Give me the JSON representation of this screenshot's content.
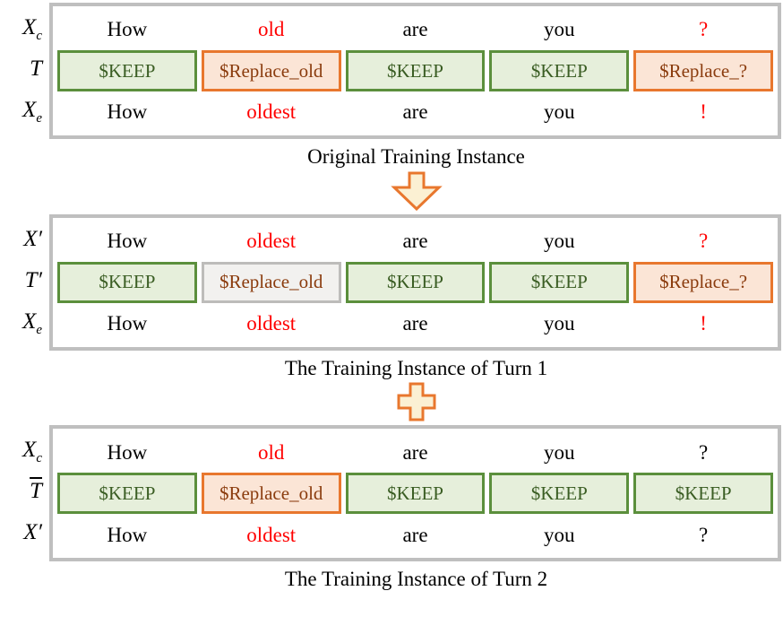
{
  "palette": {
    "keep_fill": "#e6efdb",
    "keep_border": "#5b8f3c",
    "keep_text": "#3a5d23",
    "replace_fill": "#fbe5d6",
    "replace_border": "#e8772e",
    "replace_text": "#8b3c0e",
    "inactive_fill": "#f2f1ef",
    "inactive_border": "#bdbcba",
    "error_text": "#ff0000",
    "panel_border": "#bfbfbf",
    "connector_fill": "#fbf0d3",
    "connector_border": "#e8772e"
  },
  "connectors": {
    "first": {
      "icon": "down-arrow-icon"
    },
    "second": {
      "icon": "plus-icon"
    }
  },
  "panels": [
    {
      "caption": "Original Training Instance",
      "rows": [
        {
          "label": {
            "base": "X",
            "sub": "c",
            "bar": false
          },
          "cells": [
            {
              "text": "How"
            },
            {
              "text": "old"
            },
            {
              "text": "are"
            },
            {
              "text": "you"
            },
            {
              "text": "?"
            }
          ]
        },
        {
          "label": {
            "base": "T",
            "sub": "",
            "bar": false
          },
          "cells": [
            {
              "text": "$KEEP"
            },
            {
              "text": "$Replace_old"
            },
            {
              "text": "$KEEP"
            },
            {
              "text": "$KEEP"
            },
            {
              "text": "$Replace_?"
            }
          ]
        },
        {
          "label": {
            "base": "X",
            "sub": "e",
            "bar": false
          },
          "cells": [
            {
              "text": "How"
            },
            {
              "text": "oldest"
            },
            {
              "text": "are"
            },
            {
              "text": "you"
            },
            {
              "text": "!"
            }
          ]
        }
      ]
    },
    {
      "caption": "The Training Instance of Turn 1",
      "rows": [
        {
          "label": {
            "base": "X′",
            "sub": "",
            "bar": false
          },
          "cells": [
            {
              "text": "How"
            },
            {
              "text": "oldest"
            },
            {
              "text": "are"
            },
            {
              "text": "you"
            },
            {
              "text": "?"
            }
          ]
        },
        {
          "label": {
            "base": "T′",
            "sub": "",
            "bar": false
          },
          "cells": [
            {
              "text": "$KEEP"
            },
            {
              "text": "$Replace_old"
            },
            {
              "text": "$KEEP"
            },
            {
              "text": "$KEEP"
            },
            {
              "text": "$Replace_?"
            }
          ]
        },
        {
          "label": {
            "base": "X",
            "sub": "e",
            "bar": false
          },
          "cells": [
            {
              "text": "How"
            },
            {
              "text": "oldest"
            },
            {
              "text": "are"
            },
            {
              "text": "you"
            },
            {
              "text": "!"
            }
          ]
        }
      ]
    },
    {
      "caption": "The Training Instance of Turn 2",
      "rows": [
        {
          "label": {
            "base": "X",
            "sub": "c",
            "bar": false
          },
          "cells": [
            {
              "text": "How"
            },
            {
              "text": "old"
            },
            {
              "text": "are"
            },
            {
              "text": "you"
            },
            {
              "text": "?"
            }
          ]
        },
        {
          "label": {
            "base": "T",
            "sub": "",
            "bar": true
          },
          "cells": [
            {
              "text": "$KEEP"
            },
            {
              "text": "$Replace_old"
            },
            {
              "text": "$KEEP"
            },
            {
              "text": "$KEEP"
            },
            {
              "text": "$KEEP"
            }
          ]
        },
        {
          "label": {
            "base": "X′",
            "sub": "",
            "bar": false
          },
          "cells": [
            {
              "text": "How"
            },
            {
              "text": "oldest"
            },
            {
              "text": "are"
            },
            {
              "text": "you"
            },
            {
              "text": "?"
            }
          ]
        }
      ]
    }
  ]
}
